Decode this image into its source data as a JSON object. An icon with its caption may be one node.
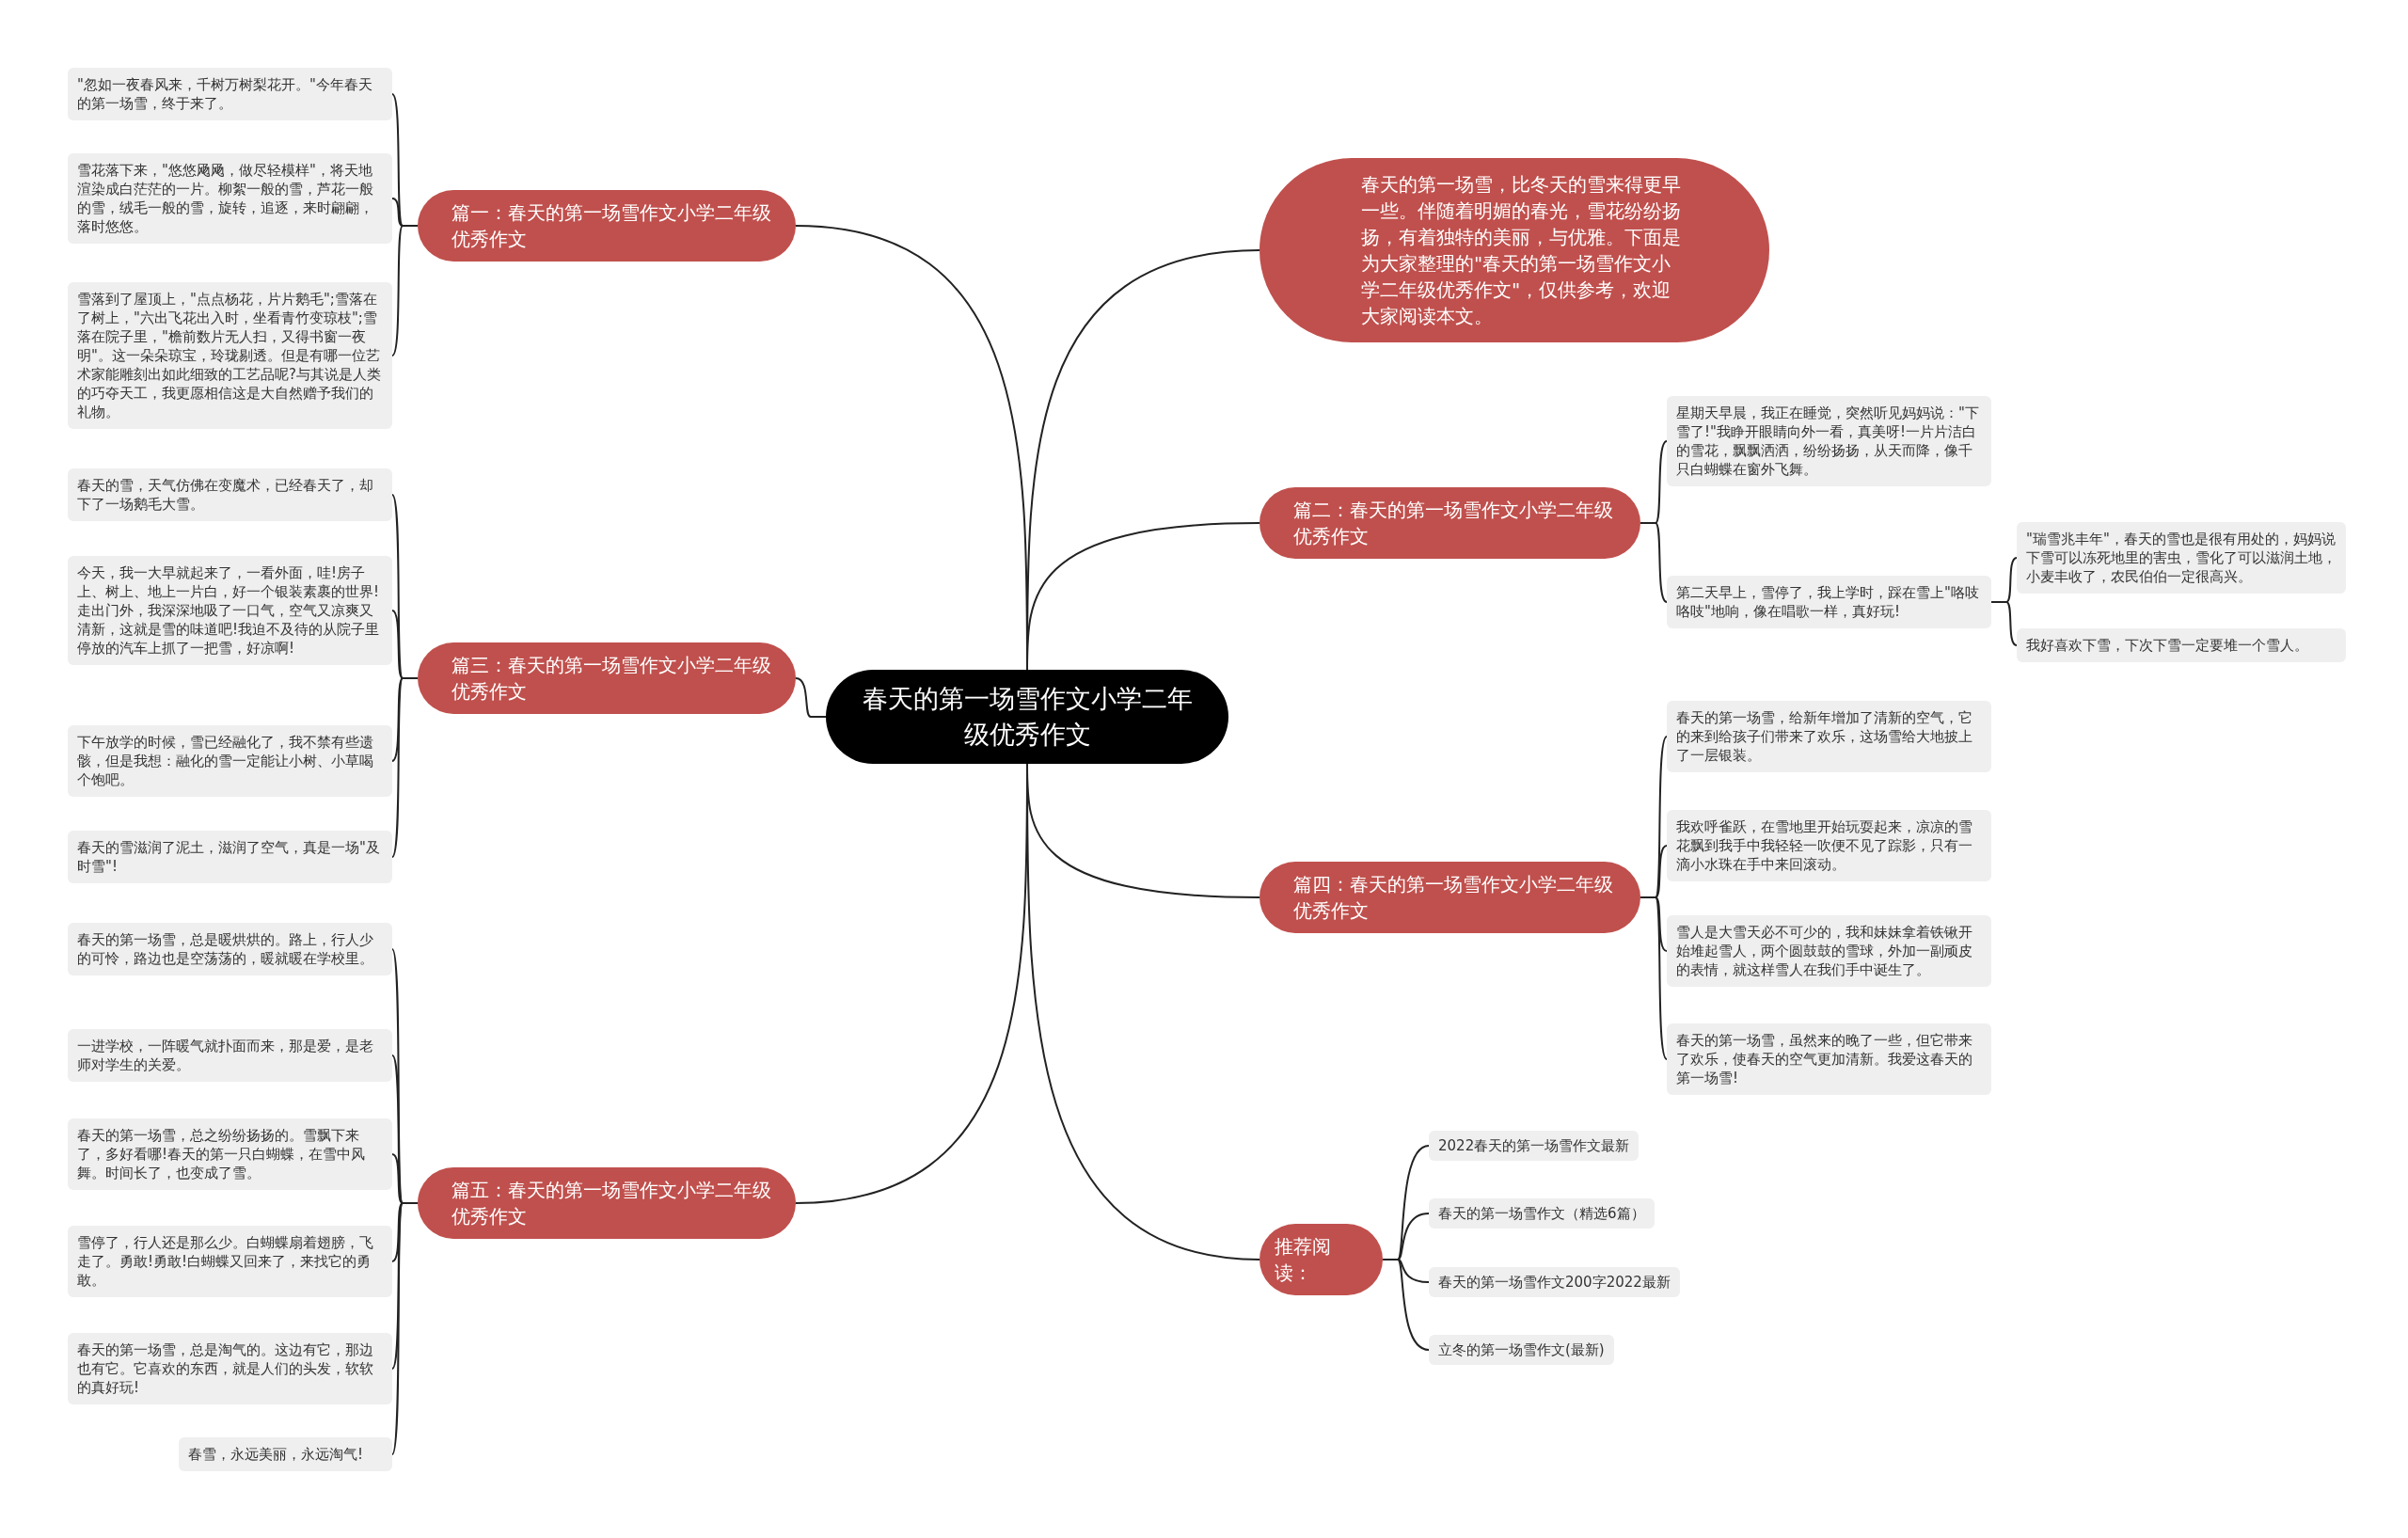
{
  "diagram": {
    "nodes": [
      {
        "text": [
          "春天的第一场雪作文小学二年级优秀作文"
        ]
      },
      {
        "text": [
          "篇一：春天的第一场雪作文小学二年级优秀作文"
        ]
      },
      {
        "text": [
          "\"忽如一夜春风来，千树万树梨花开。\"今年春天的第一场雪，终于来了。"
        ]
      },
      {
        "text": [
          "雪花落下来，\"悠悠飏飏，做尽轻模样\"，将天地渲染成白茫茫的一片。柳絮一般的雪，芦花一般的雪，绒毛一般的雪，旋转，追逐，来时翩翩，落时悠悠。"
        ]
      },
      {
        "text": [
          "雪落到了屋顶上，\"点点杨花，片片鹅毛\";雪落在了树上，\"六出飞花出入时，坐看青竹变琼枝\";雪落在院子里，\"檐前数片无人扫，又得书窗一夜明\"。这一朵朵琼宝，玲珑剔透。但是有哪一位艺术家能雕刻出如此细致的工艺品呢?与其说是人类的巧夺天工，我更愿相信这是大自然赠予我们的礼物。"
        ]
      },
      {
        "text": [
          "篇三：春天的第一场雪作文小学二年级优秀作文"
        ]
      },
      {
        "text": [
          "春天的雪，天气仿佛在变魔术，已经春天了，却下了一场鹅毛大雪。"
        ]
      },
      {
        "text": [
          "今天，我一大早就起来了，一看外面，哇!房子上、树上、地上一片白，好一个银装素裹的世界!走出门外，我深深地吸了一口气，空气又凉爽又清新，这就是雪的味道吧!我迫不及待的从院子里停放的汽车上抓了一把雪，好凉啊!"
        ]
      },
      {
        "text": [
          "下午放学的时候，雪已经融化了，我不禁有些遗骸，但是我想：融化的雪一定能让小树、小草喝个饱吧。"
        ]
      },
      {
        "text": [
          "春天的雪滋润了泥土，滋润了空气，真是一场\"及时雪\"!"
        ]
      },
      {
        "text": [
          "篇五：春天的第一场雪作文小学二年级优秀作文"
        ]
      },
      {
        "text": [
          "春天的第一场雪，总是暖烘烘的。路上，行人少的可怜，路边也是空荡荡的，暖就暖在学校里。"
        ]
      },
      {
        "text": [
          "一进学校，一阵暖气就扑面而来，那是爱，是老师对学生的关爱。"
        ]
      },
      {
        "text": [
          "春天的第一场雪，总之纷纷扬扬的。雪飘下来了，多好看哪!春天的第一只白蝴蝶，在雪中风舞。时间长了，也变成了雪。"
        ]
      },
      {
        "text": [
          "雪停了，行人还是那么少。白蝴蝶扇着翅膀，飞走了。勇敢!勇敢!白蝴蝶又回来了，来找它的勇敢。"
        ]
      },
      {
        "text": [
          "春天的第一场雪，总是淘气的。这边有它，那边也有它。它喜欢的东西，就是人们的头发，软软的真好玩!"
        ]
      },
      {
        "text": [
          "春雪，永远美丽，永远淘气!"
        ]
      },
      {
        "text": [
          "春天的第一场雪，比冬天的雪来得更早一些。伴随着明媚的春光，雪花纷纷扬扬，有着独特的美丽，与优雅。下面是为大家整理的\"春天的第一场雪作文小学二年级优秀作文\"，仅供参考，欢迎大家阅读本文。"
        ]
      },
      {
        "text": [
          "篇二：春天的第一场雪作文小学二年级优秀作文"
        ]
      },
      {
        "text": [
          "星期天早晨，我正在睡觉，突然听见妈妈说：\"下雪了!\"我睁开眼睛向外一看，真美呀!一片片洁白的雪花，飘飘洒洒，纷纷扬扬，从天而降，像千只白蝴蝶在窗外飞舞。"
        ]
      },
      {
        "text": [
          "第二天早上，雪停了，我上学时，踩在雪上\"咯吱咯吱\"地响，像在唱歌一样，真好玩!"
        ]
      },
      {
        "text": [
          "\"瑞雪兆丰年\"，春天的雪也是很有用处的，妈妈说下雪可以冻死地里的害虫，雪化了可以滋润土地，小麦丰收了，农民伯伯一定很高兴。"
        ]
      },
      {
        "text": [
          "我好喜欢下雪，下次下雪一定要堆一个雪人。"
        ]
      },
      {
        "text": [
          "篇四：春天的第一场雪作文小学二年级优秀作文"
        ]
      },
      {
        "text": [
          "春天的第一场雪，给新年增加了清新的空气，它的来到给孩子们带来了欢乐，这场雪给大地披上了一层银装。"
        ]
      },
      {
        "text": [
          "我欢呼雀跃，在雪地里开始玩耍起来，凉凉的雪花飘到我手中我轻轻一吹便不见了踪影，只有一滴小水珠在手中来回滚动。"
        ]
      },
      {
        "text": [
          "雪人是大雪天必不可少的，我和妹妹拿着铁锹开始堆起雪人，两个圆鼓鼓的雪球，外加一副顽皮的表情，就这样雪人在我们手中诞生了。"
        ]
      },
      {
        "text": [
          "春天的第一场雪，虽然来的晚了一些，但它带来了欢乐，使春天的空气更加清新。我爱这春天的第一场雪!"
        ]
      },
      {
        "text": [
          "推荐阅读："
        ]
      },
      {
        "text": [
          "2022春天的第一场雪作文最新"
        ]
      },
      {
        "text": [
          "春天的第一场雪作文（精选6篇）"
        ]
      },
      {
        "text": [
          "春天的第一场雪作文200字2022最新"
        ]
      },
      {
        "text": [
          "立冬的第一场雪作文(最新)"
        ]
      }
    ],
    "edges": [
      {
        "from": 0,
        "to": 1,
        "arrow": "none"
      },
      {
        "from": 1,
        "to": 2,
        "arrow": "none"
      },
      {
        "from": 1,
        "to": 3,
        "arrow": "none"
      },
      {
        "from": 1,
        "to": 4,
        "arrow": "none"
      },
      {
        "from": 0,
        "to": 5,
        "arrow": "none"
      },
      {
        "from": 5,
        "to": 6,
        "arrow": "none"
      },
      {
        "from": 5,
        "to": 7,
        "arrow": "none"
      },
      {
        "from": 5,
        "to": 8,
        "arrow": "none"
      },
      {
        "from": 5,
        "to": 9,
        "arrow": "none"
      },
      {
        "from": 0,
        "to": 10,
        "arrow": "none"
      },
      {
        "from": 10,
        "to": 11,
        "arrow": "none"
      },
      {
        "from": 10,
        "to": 12,
        "arrow": "none"
      },
      {
        "from": 10,
        "to": 13,
        "arrow": "none"
      },
      {
        "from": 10,
        "to": 14,
        "arrow": "none"
      },
      {
        "from": 10,
        "to": 15,
        "arrow": "none"
      },
      {
        "from": 10,
        "to": 16,
        "arrow": "none"
      },
      {
        "from": 0,
        "to": 17,
        "arrow": "none"
      },
      {
        "from": 0,
        "to": 18,
        "arrow": "none"
      },
      {
        "from": 18,
        "to": 19,
        "arrow": "none"
      },
      {
        "from": 18,
        "to": 20,
        "arrow": "none"
      },
      {
        "from": 20,
        "to": 21,
        "arrow": "none"
      },
      {
        "from": 20,
        "to": 22,
        "arrow": "none"
      },
      {
        "from": 0,
        "to": 23,
        "arrow": "none"
      },
      {
        "from": 23,
        "to": 24,
        "arrow": "none"
      },
      {
        "from": 23,
        "to": 25,
        "arrow": "none"
      },
      {
        "from": 23,
        "to": 26,
        "arrow": "none"
      },
      {
        "from": 23,
        "to": 27,
        "arrow": "none"
      },
      {
        "from": 0,
        "to": 28,
        "arrow": "none"
      },
      {
        "from": 28,
        "to": 29,
        "arrow": "none"
      },
      {
        "from": 28,
        "to": 30,
        "arrow": "none"
      },
      {
        "from": 28,
        "to": 31,
        "arrow": "none"
      },
      {
        "from": 28,
        "to": 32,
        "arrow": "none"
      }
    ]
  }
}
